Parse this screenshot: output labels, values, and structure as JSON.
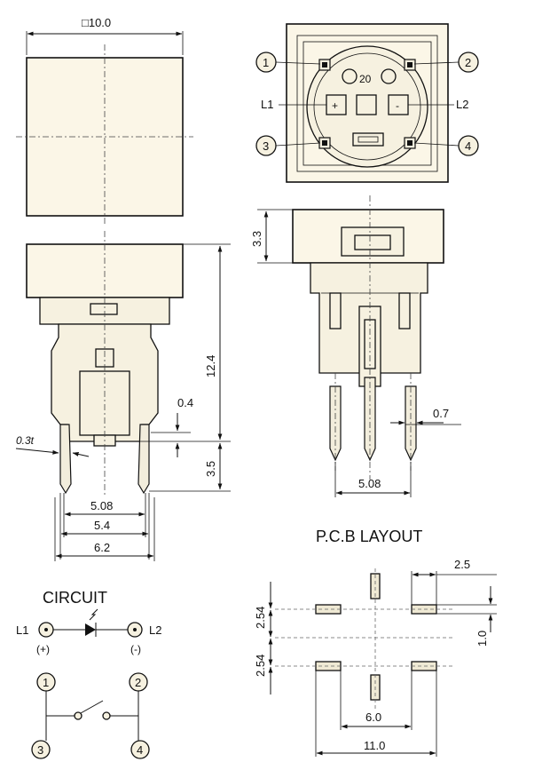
{
  "top_view": {
    "size_label": "□10.0"
  },
  "back_view": {
    "pins": [
      "1",
      "2",
      "3",
      "4"
    ],
    "leds": {
      "l1": "L1",
      "l2": "L2"
    },
    "center_label": "20",
    "plus": "+",
    "minus": "-"
  },
  "side_view": {
    "dims": {
      "height": "12.4",
      "pin_len": "3.5",
      "step": "0.4",
      "thickness": "0.3t",
      "w1": "5.08",
      "w2": "5.4",
      "w3": "6.2"
    }
  },
  "front_view": {
    "dims": {
      "cap_h": "3.3",
      "pin_w": "0.7",
      "spacing": "5.08"
    }
  },
  "pcb": {
    "title": "P.C.B LAYOUT",
    "dims": {
      "d1": "2.5",
      "d2": "2.54",
      "d3": "2.54",
      "d4": "1.0",
      "d5": "6.0",
      "d6": "11.0"
    }
  },
  "circuit": {
    "title": "CIRCUIT",
    "l1": "L1",
    "l2": "L2",
    "plus": "(+)",
    "minus": "(-)",
    "nodes": [
      "1",
      "2",
      "3",
      "4"
    ]
  }
}
